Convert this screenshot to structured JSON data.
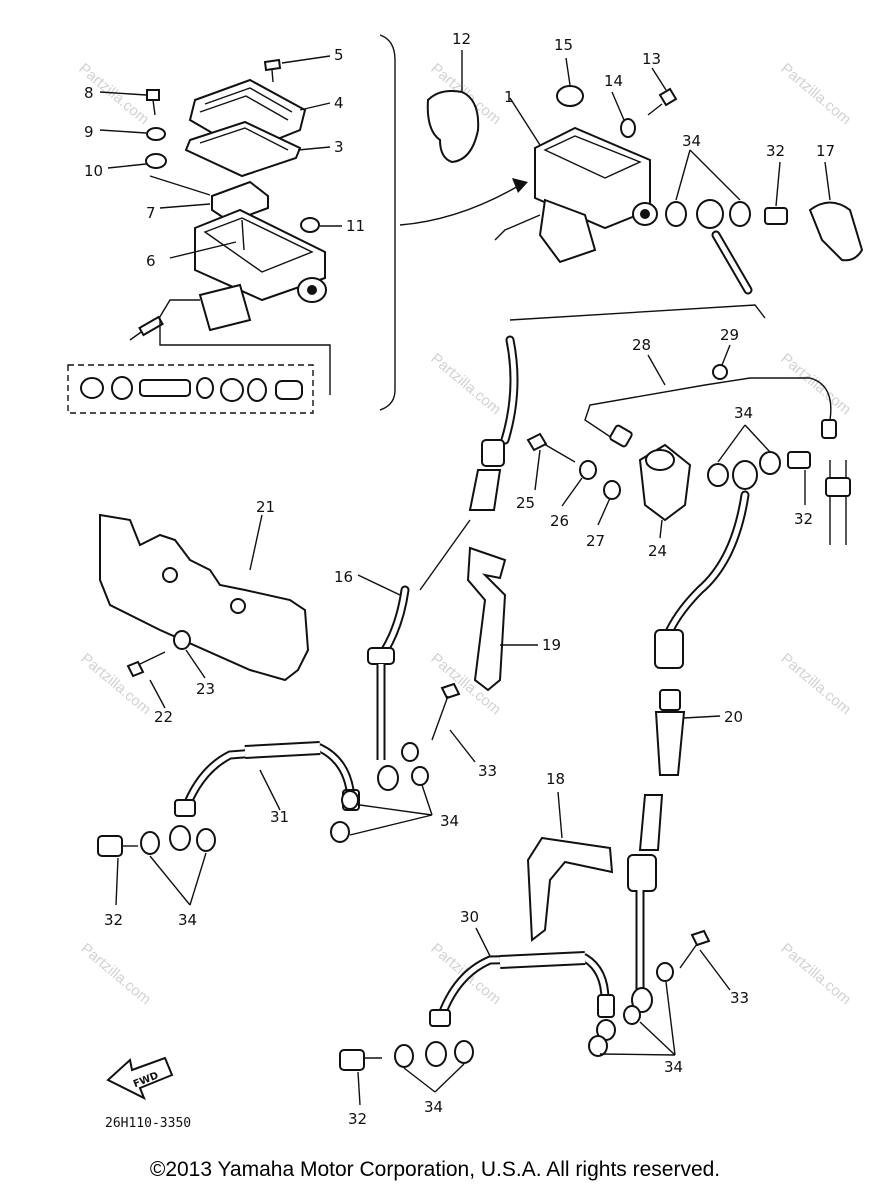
{
  "watermark": "Partzilla.com",
  "diagram_code": "26H110-3350",
  "fwd_label": "FWD",
  "copyright": "©2013 Yamaha Motor Corporation, U.S.A. All rights reserved.",
  "labels": [
    {
      "id": "n5a",
      "text": "5"
    },
    {
      "id": "n4",
      "text": "4"
    },
    {
      "id": "n3",
      "text": "3"
    },
    {
      "id": "n8",
      "text": "8"
    },
    {
      "id": "n9",
      "text": "9"
    },
    {
      "id": "n10",
      "text": "10"
    },
    {
      "id": "n7",
      "text": "7"
    },
    {
      "id": "n6",
      "text": "6"
    },
    {
      "id": "n11",
      "text": "11"
    },
    {
      "id": "n12",
      "text": "12"
    },
    {
      "id": "n1",
      "text": "1"
    },
    {
      "id": "n15",
      "text": "15"
    },
    {
      "id": "n14",
      "text": "14"
    },
    {
      "id": "n13",
      "text": "13"
    },
    {
      "id": "n34a",
      "text": "34"
    },
    {
      "id": "n32a",
      "text": "32"
    },
    {
      "id": "n17",
      "text": "17"
    },
    {
      "id": "n28",
      "text": "28"
    },
    {
      "id": "n29",
      "text": "29"
    },
    {
      "id": "n34b",
      "text": "34"
    },
    {
      "id": "n25",
      "text": "25"
    },
    {
      "id": "n26",
      "text": "26"
    },
    {
      "id": "n27",
      "text": "27"
    },
    {
      "id": "n24",
      "text": "24"
    },
    {
      "id": "n32b",
      "text": "32"
    },
    {
      "id": "n21",
      "text": "21"
    },
    {
      "id": "n16",
      "text": "16"
    },
    {
      "id": "n19",
      "text": "19"
    },
    {
      "id": "n23",
      "text": "23"
    },
    {
      "id": "n22",
      "text": "22"
    },
    {
      "id": "n20",
      "text": "20"
    },
    {
      "id": "n33a",
      "text": "33"
    },
    {
      "id": "n31",
      "text": "31"
    },
    {
      "id": "n34c",
      "text": "34"
    },
    {
      "id": "n18",
      "text": "18"
    },
    {
      "id": "n32c",
      "text": "32"
    },
    {
      "id": "n34d",
      "text": "34"
    },
    {
      "id": "n30",
      "text": "30"
    },
    {
      "id": "n33b",
      "text": "33"
    },
    {
      "id": "n34e",
      "text": "34"
    },
    {
      "id": "n32d",
      "text": "32"
    },
    {
      "id": "n34f",
      "text": "34"
    }
  ]
}
